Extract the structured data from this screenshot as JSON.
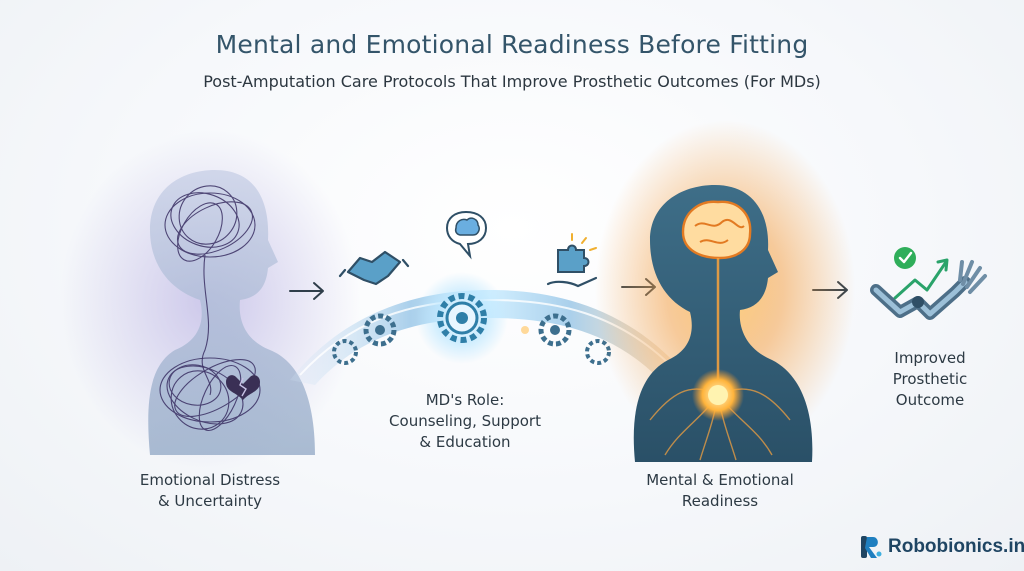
{
  "header": {
    "title": "Mental and Emotional Readiness Before Fitting",
    "subtitle": "Post-Amputation Care Protocols That Improve Prosthetic Outcomes (For MDs)"
  },
  "stages": [
    {
      "id": "distress",
      "lines": [
        "Emotional Distress",
        "& Uncertainty"
      ],
      "icon": "broken-heart-icon"
    },
    {
      "id": "md-role",
      "lines": [
        "MD's Role:",
        "Counseling, Support",
        "& Education"
      ],
      "icons": [
        "handshake-icon",
        "brain-chat-icon",
        "puzzle-hand-icon",
        "gear-icon"
      ]
    },
    {
      "id": "readiness",
      "lines": [
        "Mental & Emotional",
        "Readiness"
      ],
      "icon": "glowing-brain-icon"
    },
    {
      "id": "outcome",
      "lines": [
        "Improved",
        "Prosthetic",
        "Outcome"
      ],
      "icons": [
        "checkmark-icon",
        "trend-arrow-icon",
        "prosthetic-arm-icon"
      ]
    }
  ],
  "brand": {
    "name": "Robobionics.in",
    "mark": "R"
  },
  "colors": {
    "title": "#34556a",
    "distress": "#8a86b8",
    "tangle": "#3a2f63",
    "accent_blue": "#2f7fa8",
    "glow_orange": "#f29a3a",
    "readiness_body": "#2f5870",
    "check_green": "#2fae5a",
    "brand": "#1f4563"
  }
}
